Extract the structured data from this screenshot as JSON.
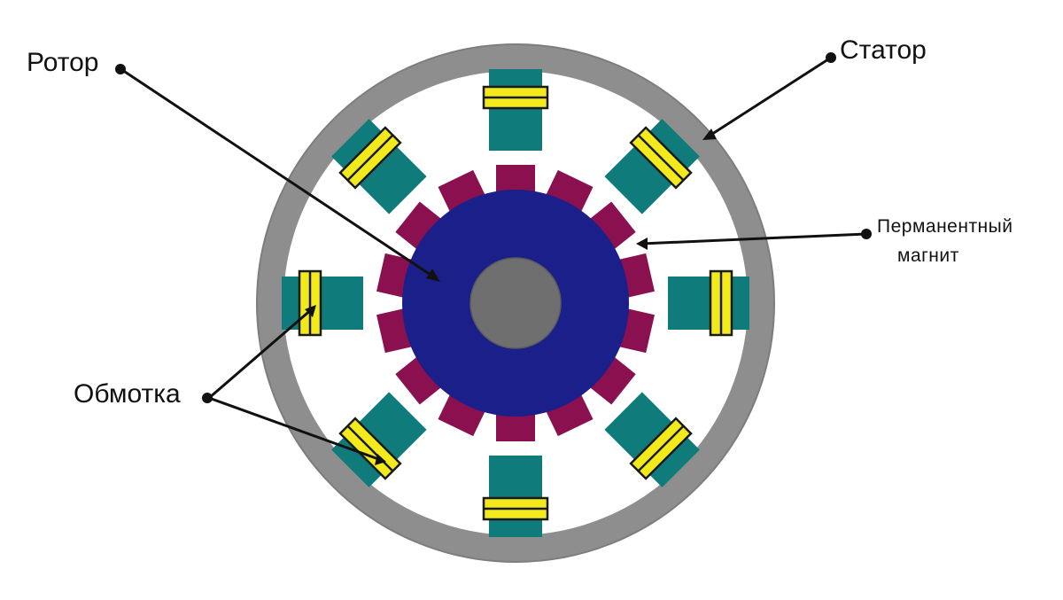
{
  "diagram": {
    "labels": {
      "rotor": "Ротор",
      "stator": "Статор",
      "magnet_line1": "Перманентный",
      "magnet_line2": "магнит",
      "winding": "Обмотка"
    },
    "stator_teeth_count": 8,
    "rotor_magnet_count": 14,
    "colors": {
      "stator": "#8e8e8e",
      "stator_edge": "#7a7a7a",
      "tooth": "#0f7b7b",
      "coil": "#f2ea1a",
      "coil_edge": "#1a1a1a",
      "rotor": "#1a1f8a",
      "magnet": "#8a1050",
      "shaft": "#6f6f6f",
      "line": "#111111"
    }
  }
}
